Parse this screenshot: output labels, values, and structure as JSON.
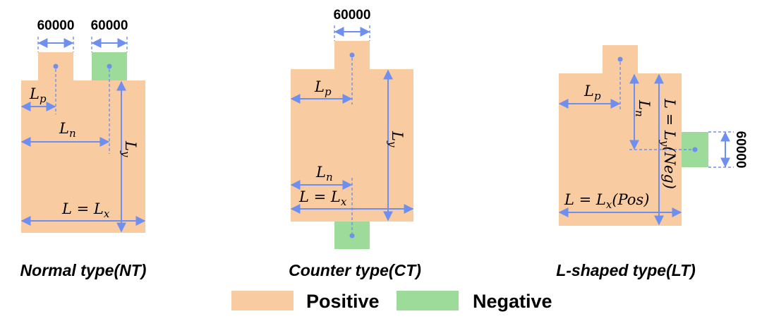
{
  "colors": {
    "positive": "#f9cba0",
    "negative": "#9ddb9b",
    "dimension": "#6e8ff0"
  },
  "diagrams": {
    "nt": {
      "caption": "Normal type(NT)",
      "tab_width_left": "60000",
      "tab_width_right": "60000",
      "lp": [
        "L",
        "p"
      ],
      "ln": [
        "L",
        "n"
      ],
      "ly": [
        "L",
        "y"
      ],
      "l_eq": [
        "L = L",
        "x"
      ]
    },
    "ct": {
      "caption": "Counter type(CT)",
      "tab_width": "60000",
      "lp": [
        "L",
        "p"
      ],
      "ln": [
        "L",
        "n"
      ],
      "ly": [
        "L",
        "y"
      ],
      "l_eq": [
        "L = L",
        "x"
      ]
    },
    "lt": {
      "caption": "L-shaped type(LT)",
      "tab_width": "60000",
      "lp": [
        "L",
        "p"
      ],
      "ln": [
        "L",
        "n"
      ],
      "l_eq_pos": [
        "L = L",
        "x",
        "(Pos)"
      ],
      "l_eq_neg": [
        "L = L",
        "y",
        "(Neg)"
      ]
    }
  },
  "legend": {
    "positive": "Positive",
    "negative": "Negative"
  }
}
